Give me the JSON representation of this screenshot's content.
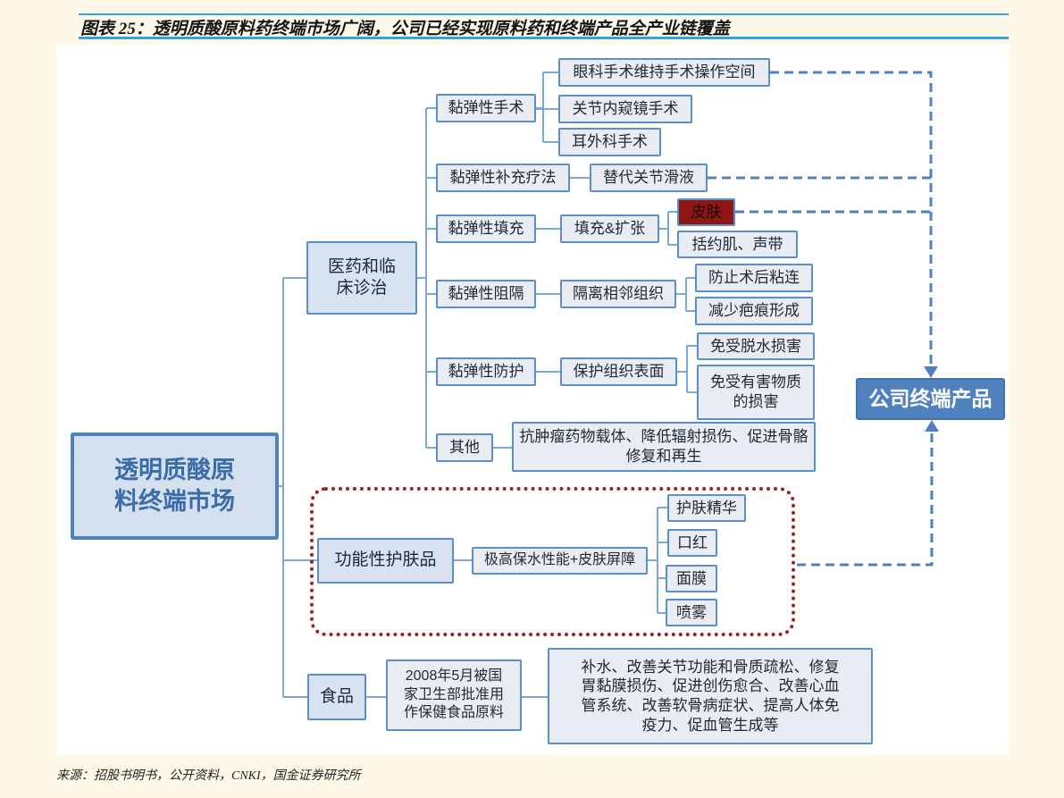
{
  "figure": {
    "title": "图表 25：透明质酸原料药终端市场广阔，公司已经实现原料药和终端产品全产业链覆盖",
    "source": "来源：招股书明书，公开资料，CNKI，国金证券研究所"
  },
  "nodes": {
    "root": "透明质酸原料终端市场",
    "company": "公司终端产品",
    "medical": "医药和临床诊治",
    "surgery": "黏弹性手术",
    "eye": "眼科手术维持手术操作空间",
    "arthroscopy": "关节内窥镜手术",
    "ear": "耳外科手术",
    "supplement": "黏弹性补充疗法",
    "synovial": "替代关节滑液",
    "filling": "黏弹性填充",
    "fill_expand": "填充&扩张",
    "skin": "皮肤",
    "sphincter": "括约肌、声带",
    "barrier": "黏弹性阻隔",
    "isolate": "隔离相邻组织",
    "adhesion": "防止术后粘连",
    "scar": "减少疤痕形成",
    "protection": "黏弹性防护",
    "protect_surface": "保护组织表面",
    "dehydration": "免受脱水损害",
    "harmful": "免受有害物质的损害",
    "other": "其他",
    "other_desc": "抗肿瘤药物载体、降低辐射损伤、促进骨骼修复和再生",
    "skincare": "功能性护肤品",
    "moisture": "极高保水性能+皮肤屏障",
    "serum": "护肤精华",
    "lipstick": "口红",
    "mask": "面膜",
    "spray": "喷雾",
    "food": "食品",
    "food_approval": "2008年5月被国家卫生部批准用作保健食品原料",
    "food_benefits": "补水、改善关节功能和骨质疏松、修复胃黏膜损伤、促进创伤愈合、改善心血管系统、改善软骨病症状、提高人体免疫力、促血管生成等"
  },
  "colors": {
    "page_bg": "#FDF8E8",
    "title_rule": "#2EA3DC",
    "box_border": "#5B8FC9",
    "category_fill": "#D8E2F0",
    "leaf_fill": "#E9EDF3",
    "company_fill": "#4E81BD",
    "highlight_red_fill": "#8C1713",
    "dotted_red": "#9C1F1F",
    "dashed_line": "#4E81BD",
    "tree_line": "#7DA7D8"
  }
}
